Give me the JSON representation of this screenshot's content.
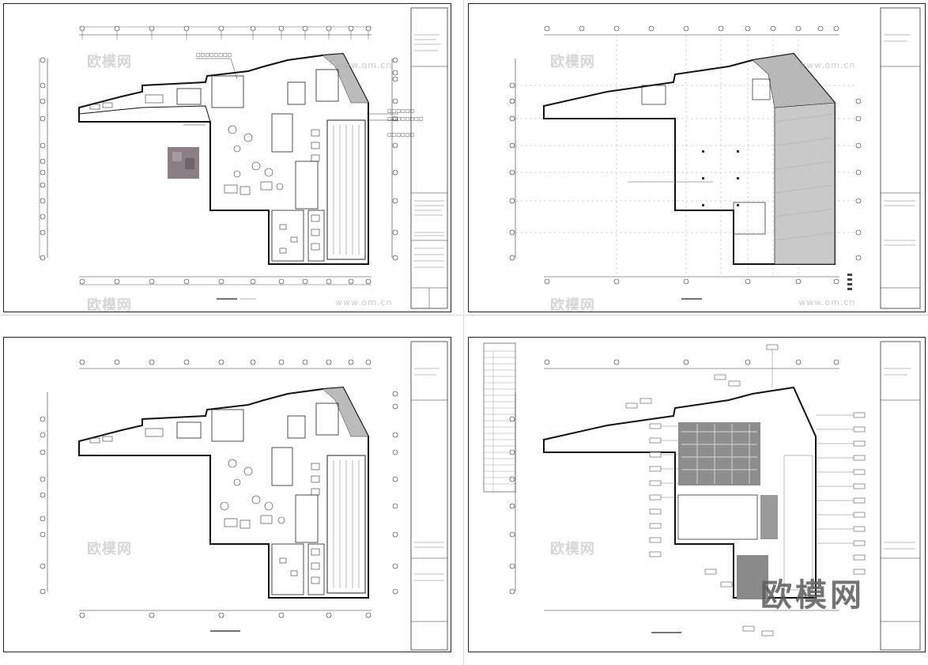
{
  "sheets": [
    {
      "id": "sheet-1",
      "label": "",
      "type": "furniture-plan"
    },
    {
      "id": "sheet-2",
      "label": "",
      "type": "demolition-plan"
    },
    {
      "id": "sheet-3",
      "label": "",
      "type": "layout-plan"
    },
    {
      "id": "sheet-4",
      "label": "",
      "type": "ceiling-plan"
    }
  ],
  "watermark": {
    "brand": "欧模网",
    "url": "www.om.cn"
  },
  "colors": {
    "line": "#1a1a1a",
    "hatch": "#555555",
    "fill_gray": "#7a7a7a",
    "watermark": "#b4b4b4"
  }
}
